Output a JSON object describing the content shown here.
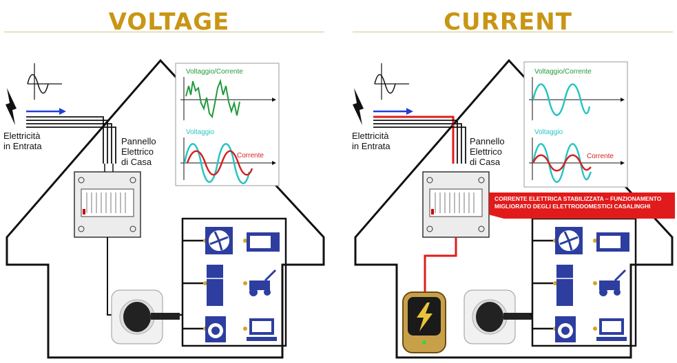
{
  "panels": [
    {
      "heading": "VOLTAGE",
      "incoming_label": [
        "Elettricità",
        "in Entrata"
      ],
      "panel_label": [
        "Pannello",
        "Elettrico",
        "di Casa"
      ],
      "graph_top_label": "Voltaggio/Corrente",
      "graph_bottom_voltage_label": "Voltaggio",
      "graph_bottom_current_label": "Corrente"
    },
    {
      "heading": "CURRENT",
      "incoming_label": [
        "Elettricità",
        "in Entrata"
      ],
      "panel_label": [
        "Pannello",
        "Elettrico",
        "di Casa"
      ],
      "graph_top_label": "Voltaggio/Corrente",
      "graph_bottom_voltage_label": "Voltaggio",
      "graph_bottom_current_label": "Corrente",
      "banner": [
        "CORRENTE ELETTRICA STABILIZZATA – FUNZIONAMENTO",
        "MIGLIORATO DEGLI ELETTRODOMESTICI CASALINGHI"
      ]
    }
  ],
  "colors": {
    "heading": "#c99514",
    "voltage_wave": "#27c4c4",
    "current_wave": "#d42020",
    "noisy_wave": "#1f9a3a",
    "flow_arrow": "#1f3fd6",
    "appliance": "#2d3ea0",
    "stabilized_wire": "#e11b1b",
    "banner": "#e11b1b"
  },
  "icons": [
    "lightning-icon",
    "sine-wave-icon",
    "fan-icon",
    "microwave-icon",
    "fridge-icon",
    "lawnmower-icon",
    "washing-machine-icon",
    "computer-icon",
    "wall-socket-icon",
    "power-saver-device-icon"
  ]
}
